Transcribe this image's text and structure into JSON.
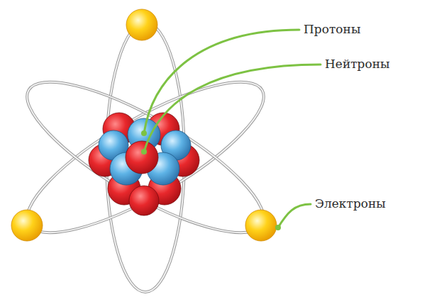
{
  "diagram": {
    "labels": [
      "Протоны",
      "Нейтроны",
      "Электроны"
    ]
  }
}
